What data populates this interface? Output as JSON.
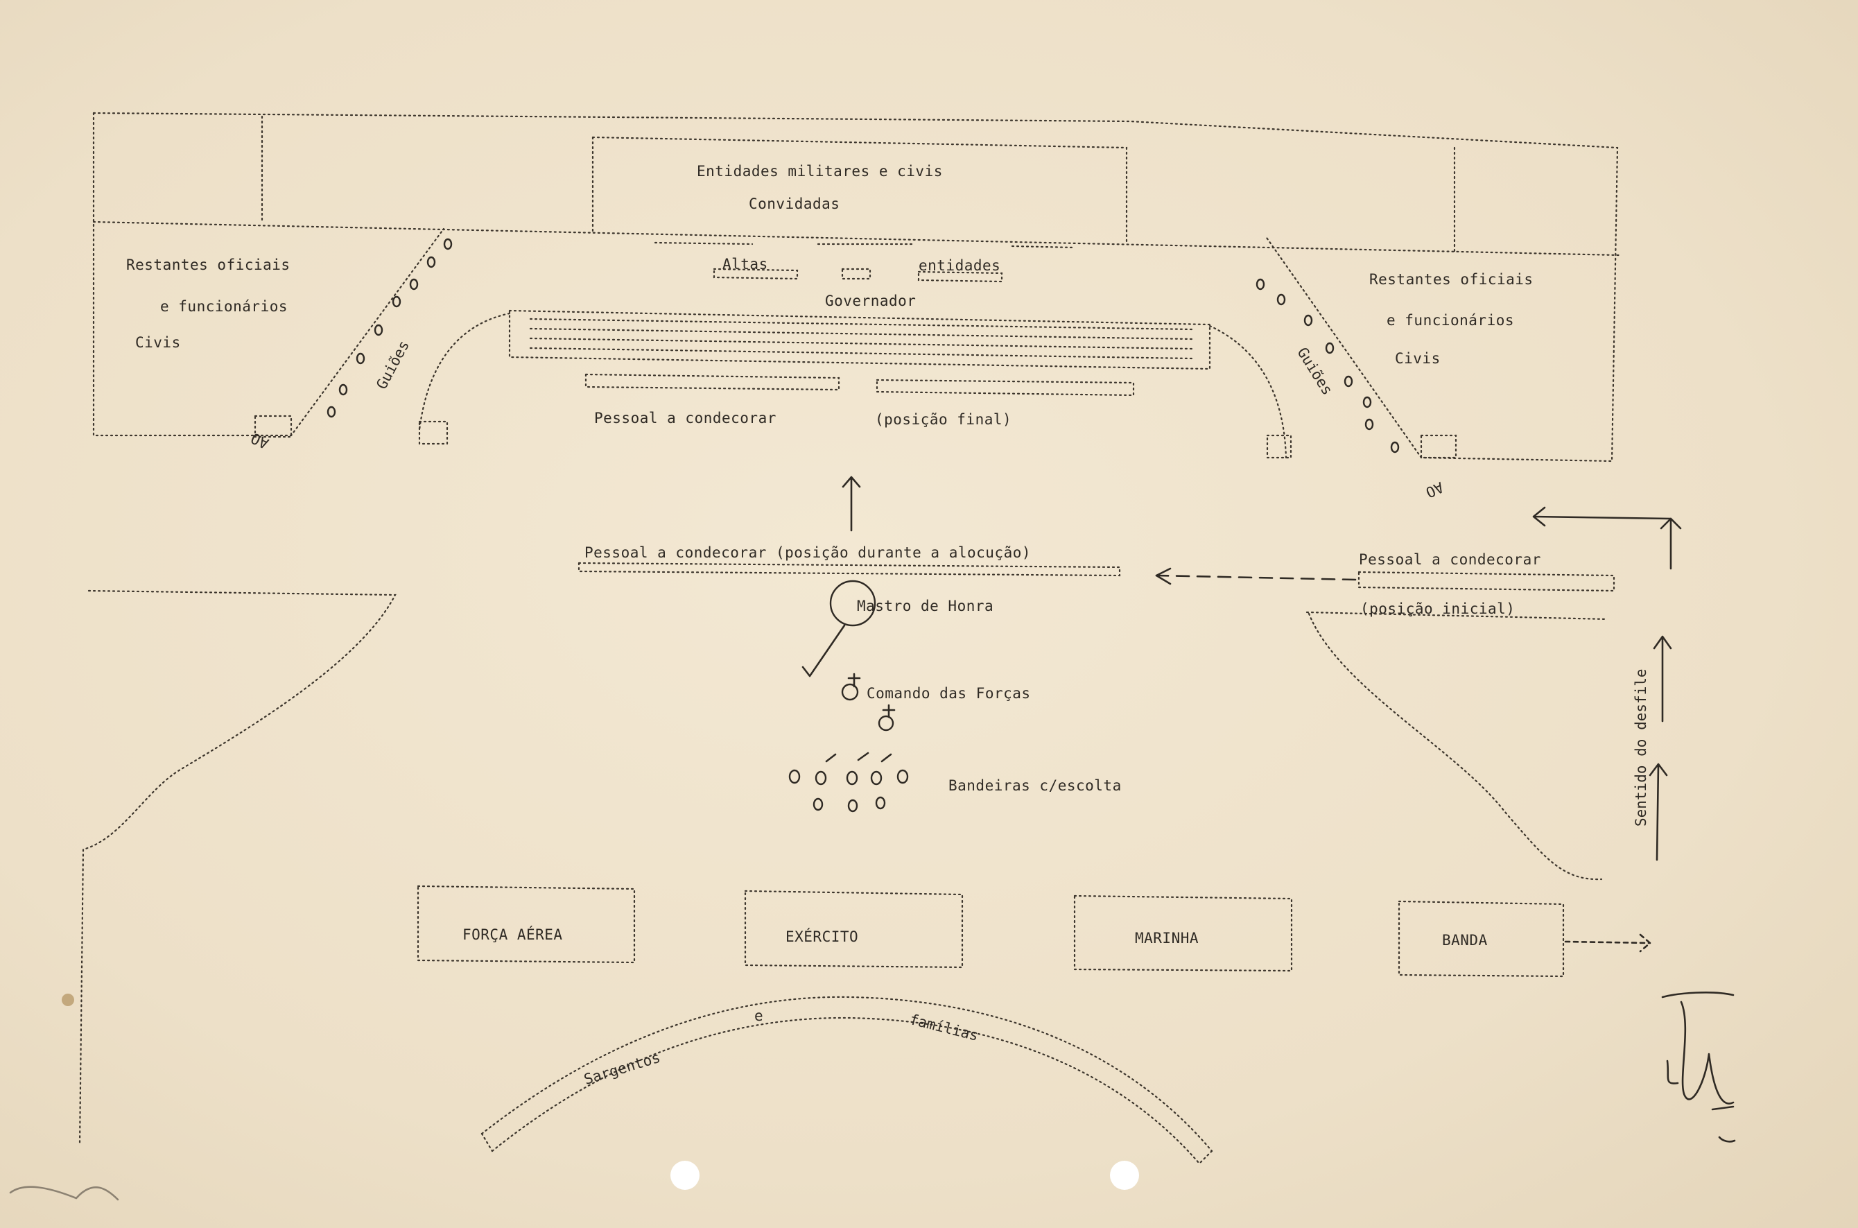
{
  "top_box": {
    "line1": "Entidades militares e civis",
    "line2": "Convidadas"
  },
  "left_stand": {
    "line1": "Restantes oficiais",
    "line2": "e funcionários",
    "line3": "Civis"
  },
  "right_stand": {
    "line1": "Restantes oficiais",
    "line2": "e funcionários",
    "line3": "Civis"
  },
  "altas_entidades": {
    "left_word": "Altas",
    "right_word": "entidades"
  },
  "governor": "Governador",
  "guioes_left": "Guiões",
  "guioes_right": "Guiões",
  "personnel_final": {
    "left": "Pessoal a condecorar",
    "right": "(posição final)"
  },
  "personnel_during": "Pessoal a condecorar (posição durante a alocução)",
  "personnel_initial": {
    "line1": "Pessoal a condecorar",
    "line2": "(posição inicial)"
  },
  "mastro": "Mastro de Honra",
  "comando": "Comando das Forças",
  "bandeiras": "Bandeiras c/escolta",
  "parade_direction": "Sentido do desfile",
  "units": [
    "FORÇA AÉREA",
    "EXÉRCITO",
    "MARINHA",
    "BANDA"
  ],
  "arc_labels": {
    "left": "Sargentos",
    "middle": "e",
    "right": "famílias"
  },
  "sentinel_left": "AO",
  "sentinel_right": "AO",
  "colors": {
    "paper": "#efe3cd",
    "ink": "#2f2a24"
  }
}
